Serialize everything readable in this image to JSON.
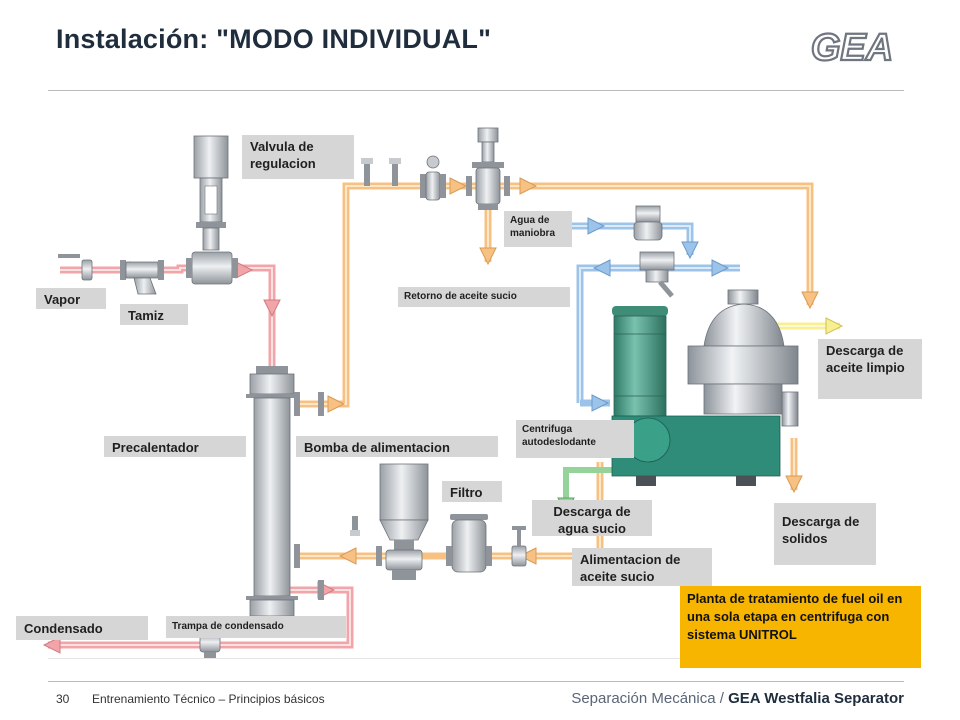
{
  "header": {
    "title": "Instalación: \"MODO INDIVIDUAL\""
  },
  "labels": {
    "valvula": "Valvula de regulacion",
    "vapor": "Vapor",
    "tamiz": "Tamiz",
    "retorno": "Retorno de aceite sucio",
    "agua_maniobra": "Agua de maniobra",
    "descarga_aceite": "Descarga de aceite limpio",
    "precalentador": "Precalentador",
    "bomba": "Bomba de alimentacion",
    "centrifuga": "Centrifuga autodeslodante",
    "filtro": "Filtro",
    "descarga_agua": "Descarga de agua sucio",
    "descarga_solidos": "Descarga de solidos",
    "alimentacion": "Alimentacion de aceite sucio",
    "condensado": "Condensado",
    "trampa": "Trampa de condensado"
  },
  "note": "Planta de tratamiento de fuel oil en una sola etapa en centrifuga con sistema UNITROL",
  "footer": {
    "page_number": "30",
    "course": "Entrenamiento Técnico – Principios básicos",
    "dept": "Separación Mecánica",
    "company": "GEA Westfalia Separator"
  },
  "logo": {
    "text": "GEA"
  },
  "colors": {
    "steam": "#f2a5a8",
    "oil": "#f7c184",
    "water": "#9cc4ea",
    "clean_oil": "#f8ef93",
    "sludge_water": "#95d39b",
    "motor": "#4a9a85",
    "steel": "#c7cbcf",
    "note_bg": "#f7b500"
  }
}
